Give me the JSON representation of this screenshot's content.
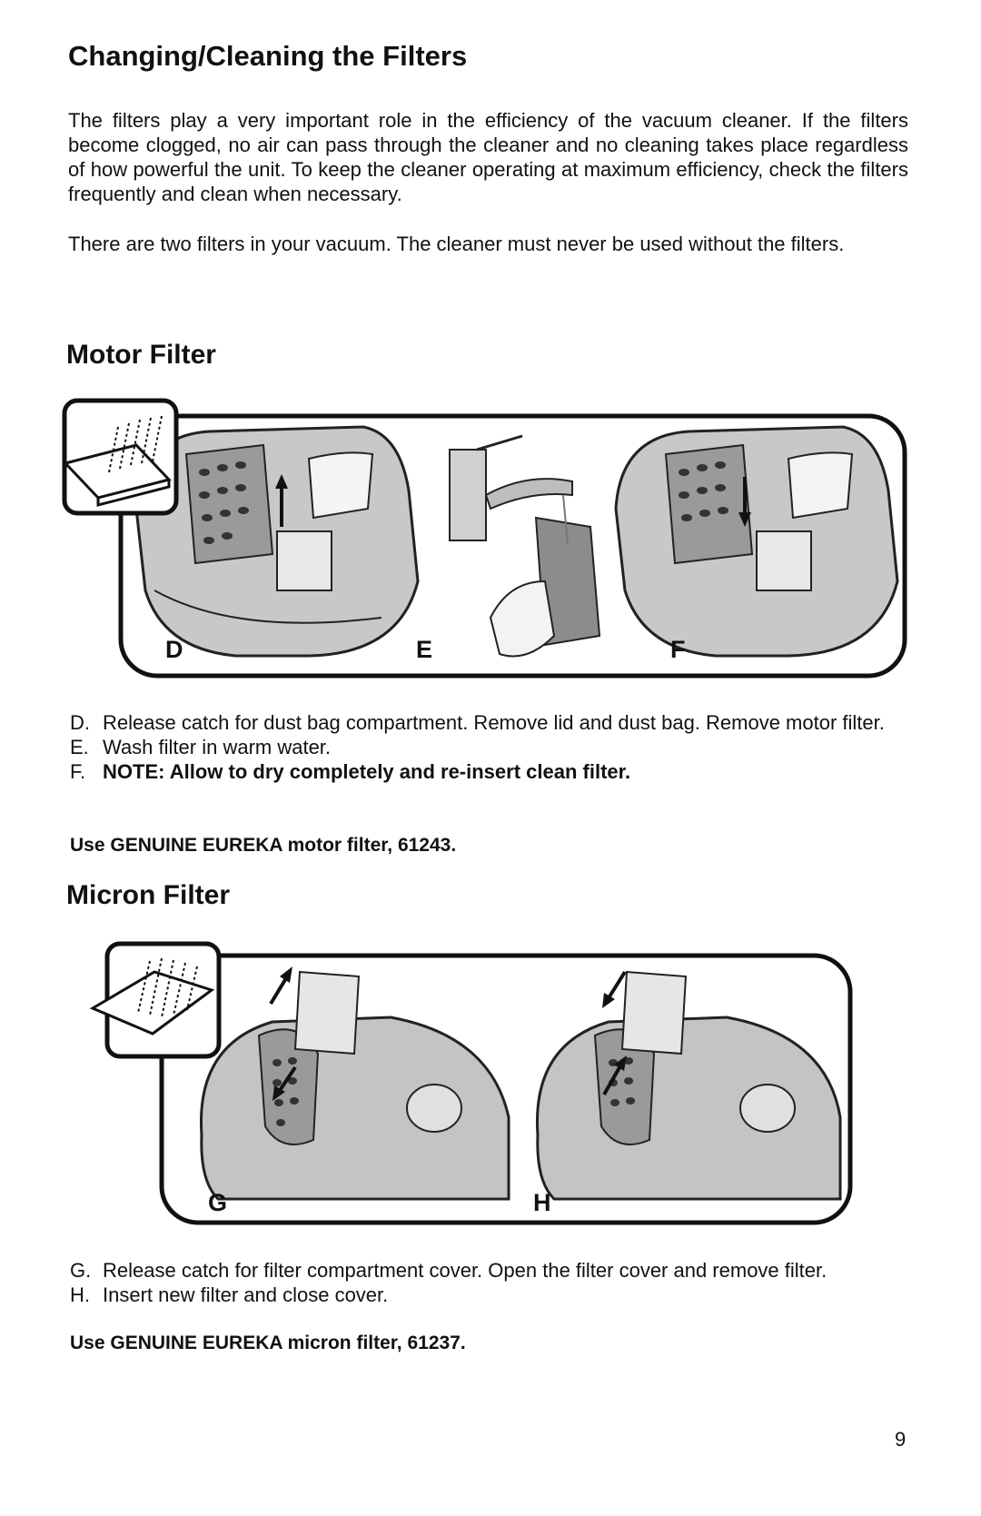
{
  "title": "Changing/Cleaning the Filters",
  "intro_paragraphs": [
    "The filters play a very important role in the efficiency of the vacuum cleaner. If the filters become clogged, no air can pass through the cleaner and no cleaning takes place regardless of how powerful the unit. To keep the cleaner operating at maximum efficiency, check the filters frequently and clean when necessary.",
    "There are two filters in your vacuum. The cleaner must never be used without the filters."
  ],
  "motor_filter": {
    "heading": "Motor Filter",
    "figure_labels": [
      "D",
      "E",
      "F"
    ],
    "steps": [
      {
        "letter": "D.",
        "text": "Release catch for dust bag compartment. Remove lid and dust bag. Remove motor filter."
      },
      {
        "letter": "E.",
        "text": "Wash filter in warm water."
      },
      {
        "letter": "F.",
        "text": "NOTE: Allow to dry completely and re-insert clean filter."
      }
    ],
    "note": "Use GENUINE EUREKA motor filter, 61243."
  },
  "micron_filter": {
    "heading": "Micron Filter",
    "figure_labels": [
      "G",
      "H"
    ],
    "steps": [
      {
        "letter": "G.",
        "text": "Release catch for filter compartment cover. Open the filter cover and remove filter."
      },
      {
        "letter": "H.",
        "text": "Insert new filter and close cover."
      }
    ],
    "note": "Use GENUINE EUREKA micron filter, 61237."
  },
  "page_number": "9",
  "icons": [
    "motor-filter-icon",
    "micron-filter-icon"
  ]
}
